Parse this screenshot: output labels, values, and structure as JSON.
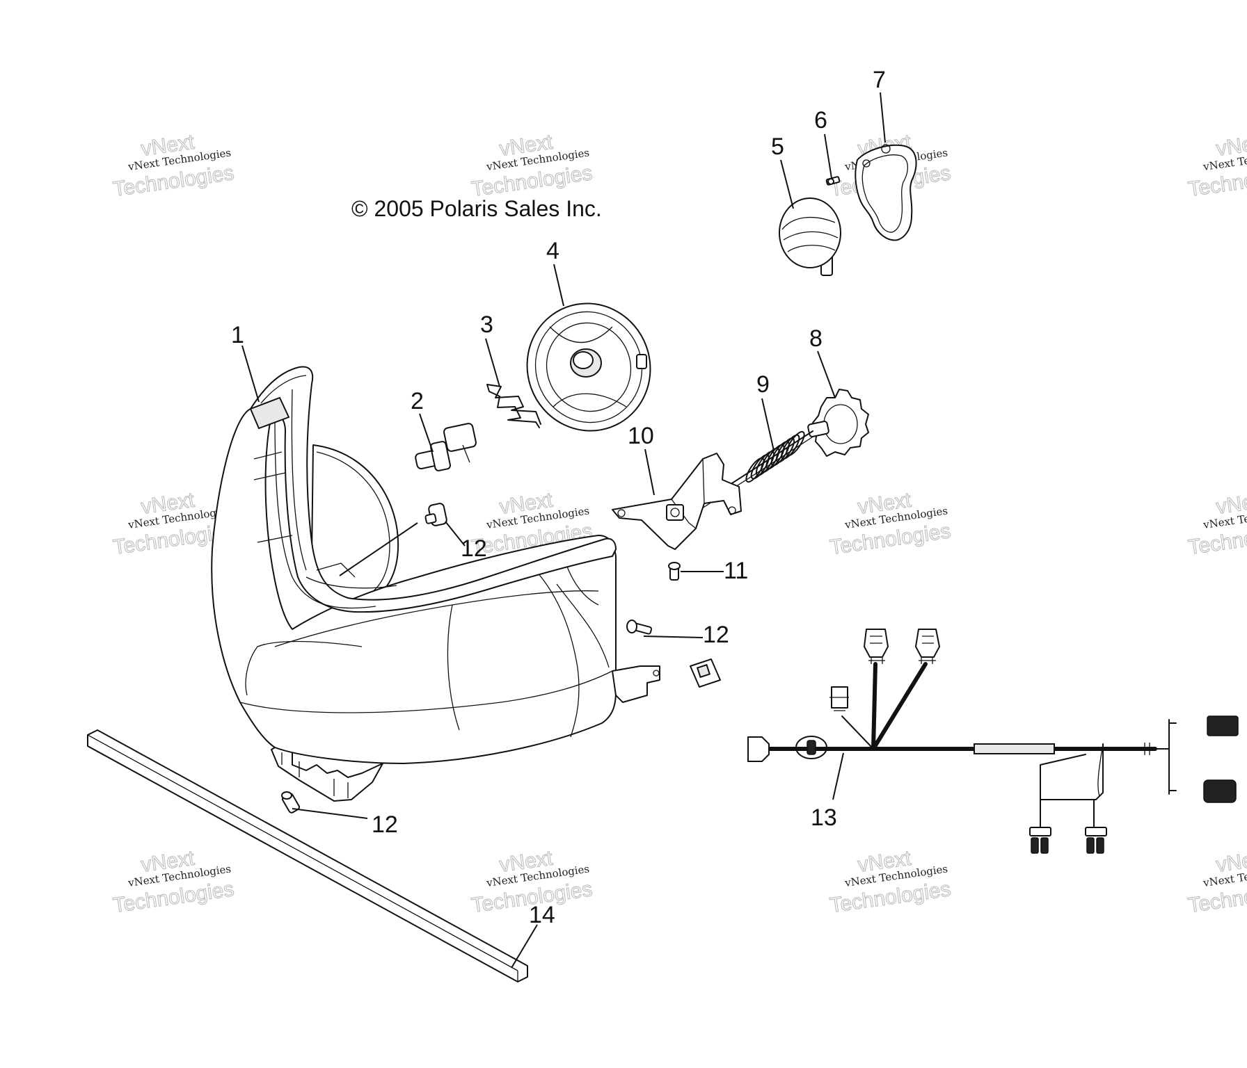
{
  "copyright": "© 2005 Polaris Sales Inc.",
  "watermark": {
    "line1": "vNext Technologies",
    "line2": "Technologies",
    "line3": "vNext"
  },
  "callouts": {
    "c1": "1",
    "c2": "2",
    "c3": "3",
    "c4": "4",
    "c5": "5",
    "c6": "6",
    "c7": "7",
    "c8": "8",
    "c9": "9",
    "c10": "10",
    "c11": "11",
    "c12a": "12",
    "c12b": "12",
    "c12c": "12",
    "c13": "13",
    "c14": "14"
  }
}
